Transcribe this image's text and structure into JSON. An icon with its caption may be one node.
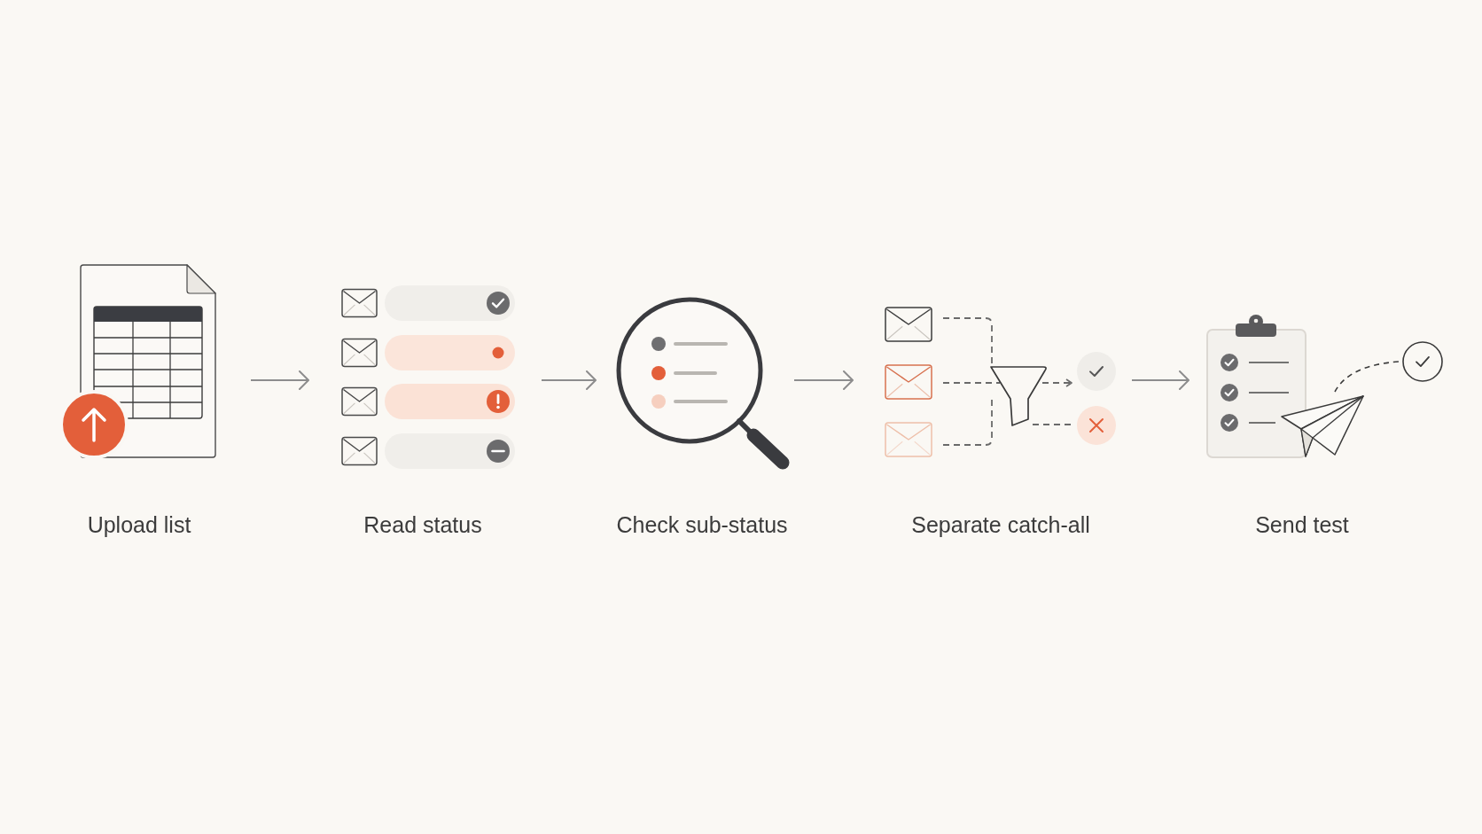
{
  "diagram": {
    "nodes": [
      {
        "text": [
          "Upload list"
        ]
      },
      {
        "text": [
          "Read status"
        ]
      },
      {
        "text": [
          "Check sub-status"
        ]
      },
      {
        "text": [
          "Separate catch-all"
        ]
      },
      {
        "text": [
          "Send test"
        ]
      }
    ],
    "edges": [
      {
        "from": 0,
        "to": 1,
        "arrow": "to"
      },
      {
        "from": 1,
        "to": 2,
        "arrow": "to"
      },
      {
        "from": 2,
        "to": 3,
        "arrow": "to"
      },
      {
        "from": 3,
        "to": 4,
        "arrow": "to"
      }
    ]
  }
}
